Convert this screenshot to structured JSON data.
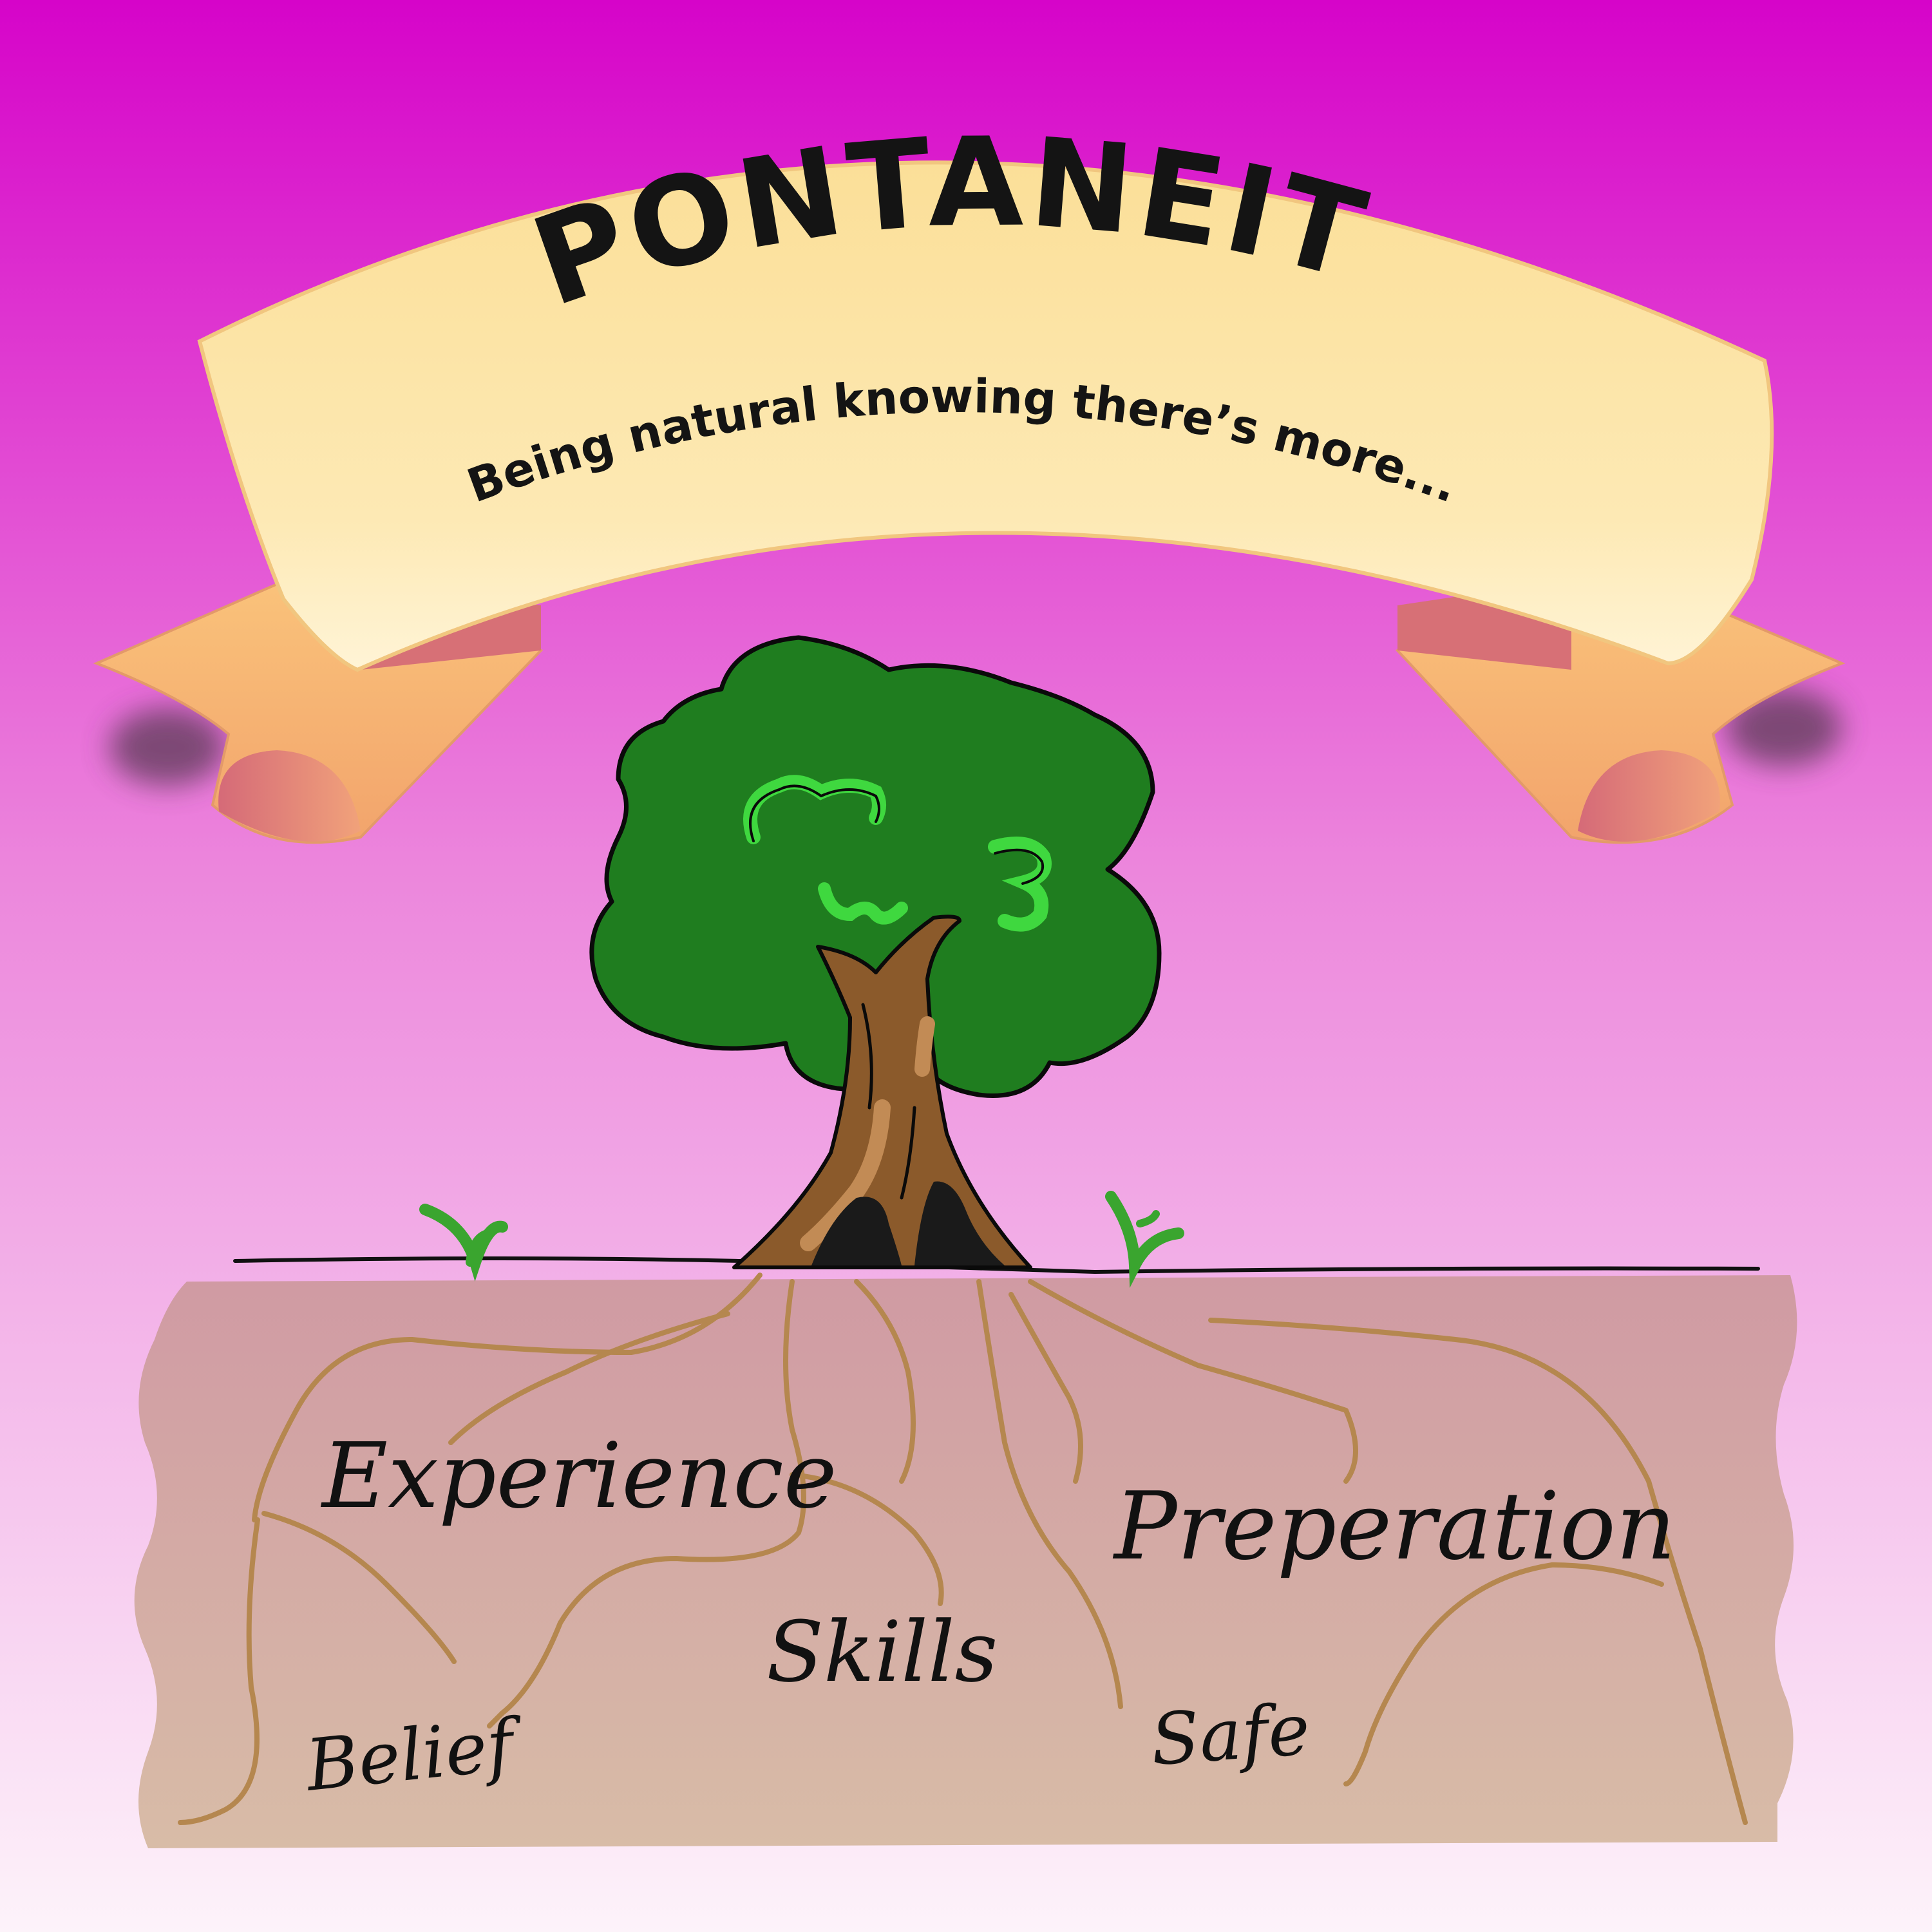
{
  "banner": {
    "title": "SPONTANEITY",
    "subtitle": "Being natural knowing there’s more..."
  },
  "roots": {
    "labels": {
      "experience": "Experience",
      "preparation": "Preperation",
      "skills": "Skills",
      "belief": "Belief",
      "safe": "Safe"
    }
  },
  "colors": {
    "background_top": "#d604c9",
    "background_bottom": "#fdf3fa",
    "banner": "#fde6a6",
    "banner_fold": "#e0807a",
    "foliage": "#1f7d1f",
    "foliage_highlight": "#3fd83f",
    "trunk": "#8b5a2b",
    "soil_top": "#d09aa3",
    "soil_bottom": "#d8bca7",
    "roots": "#b5874f",
    "grass": "#3aa52f"
  },
  "icons": {
    "tree": "tree-icon",
    "grass": "grass-tuft-icon"
  }
}
